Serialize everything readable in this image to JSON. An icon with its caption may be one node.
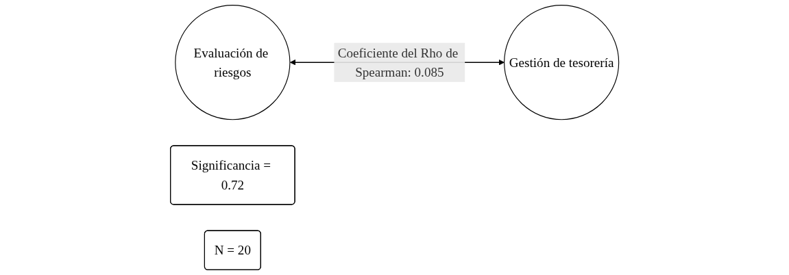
{
  "diagram": {
    "nodes": [
      {
        "text": [
          "Evaluación de riesgos"
        ]
      },
      {
        "text": [
          "Significancia = 0.72"
        ]
      },
      {
        "text": [
          "N = 20"
        ]
      },
      {
        "text": [
          "Gestión de tesorería"
        ]
      }
    ],
    "edges": [
      {
        "from": 0,
        "to": 3,
        "arrow": "both",
        "label": "Coeficiente del Rho de Spearman: 0.085"
      }
    ]
  }
}
